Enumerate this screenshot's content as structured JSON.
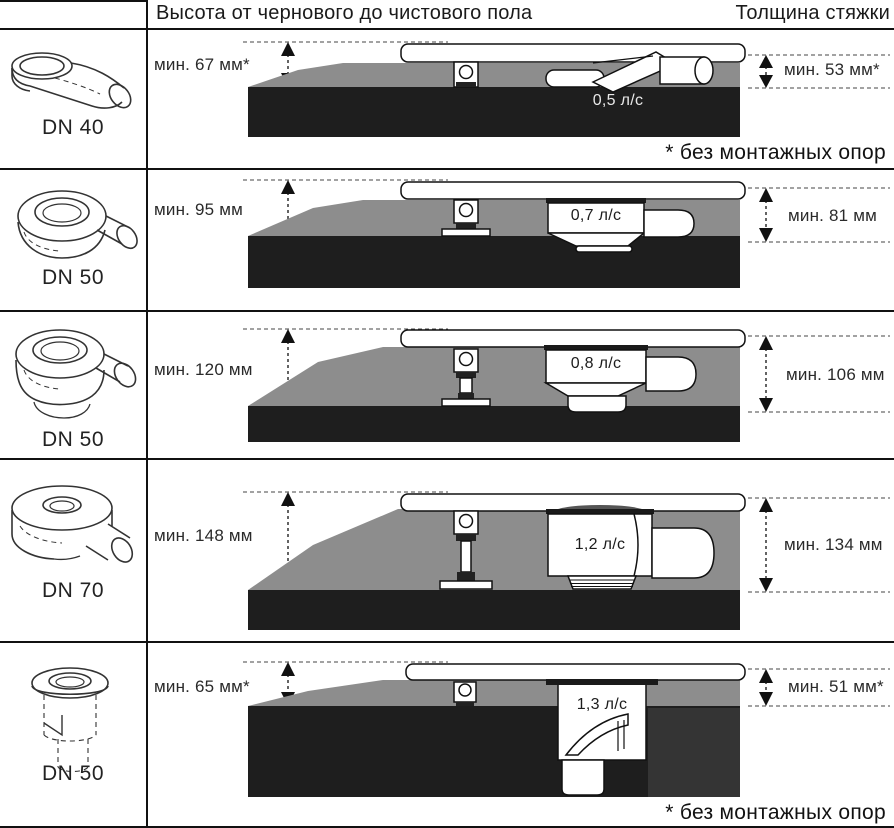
{
  "header": {
    "height_label": "Высота от чернового до чистового пола",
    "screed_label": "Толщина стяжки"
  },
  "rows": [
    {
      "dn": "DN 40",
      "height": "мин. 67 мм*",
      "flow": "0,5 л/с",
      "screed": "мин. 53 мм*",
      "footnote": "* без монтажных опор"
    },
    {
      "dn": "DN 50",
      "height": "мин. 95 мм",
      "flow": "0,7 л/с",
      "screed": "мин. 81 мм"
    },
    {
      "dn": "DN 50",
      "height": "мин. 120 мм",
      "flow": "0,8 л/с",
      "screed": "мин. 106 мм"
    },
    {
      "dn": "DN 70",
      "height": "мин. 148 мм",
      "flow": "1,2 л/с",
      "screed": "мин. 134 мм"
    },
    {
      "dn": "DN 50",
      "height": "мин. 65 мм*",
      "flow": "1,3 л/с",
      "screed": "мин. 51 мм*",
      "footnote": "* без монтажных опор"
    }
  ],
  "colors": {
    "screed": "#8d8d8d",
    "slab": "#1e1e1e",
    "slab_light": "#343434",
    "line": "#111111"
  }
}
